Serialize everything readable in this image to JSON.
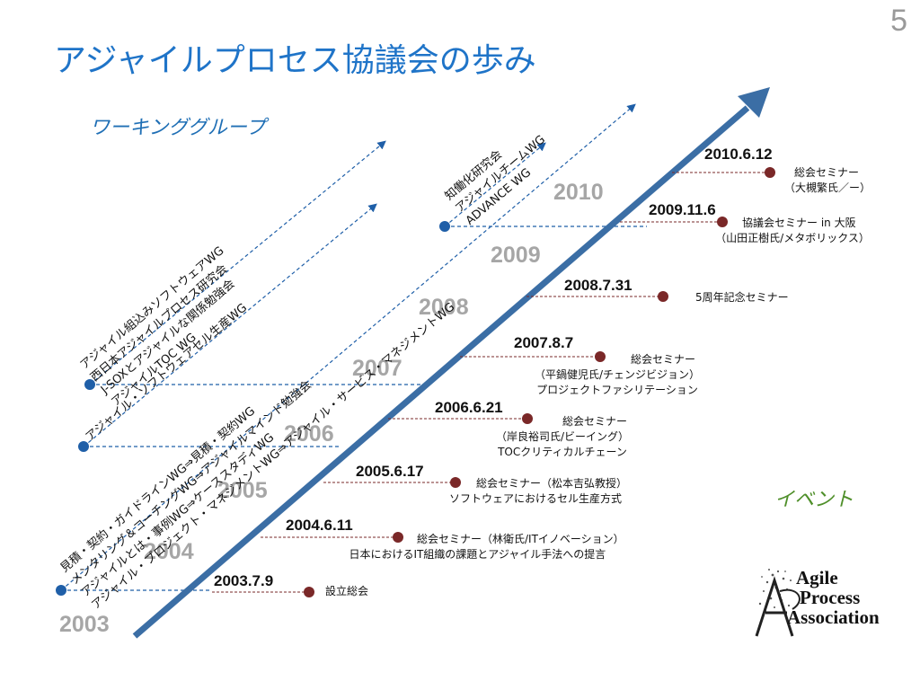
{
  "page_number": "5",
  "title": "アジャイルプロセス協議会の歩み",
  "working_group_label": "ワーキンググループ",
  "event_label": "イベント",
  "years": [
    "2003",
    "2004",
    "2005",
    "2006",
    "2007",
    "2008",
    "2009",
    "2010"
  ],
  "events": [
    {
      "date": "2003.7.9",
      "lines": [
        "設立総会"
      ]
    },
    {
      "date": "2004.6.11",
      "lines": [
        "総会セミナー（林衛氏/ITイノベーション）",
        "日本におけるIT組織の課題とアジャイル手法への提言"
      ]
    },
    {
      "date": "2005.6.17",
      "lines": [
        "総会セミナー（松本吉弘教授）",
        "ソフトウェアにおけるセル生産方式"
      ]
    },
    {
      "date": "2006.6.21",
      "lines": [
        "総会セミナー",
        "（岸良裕司氏/ビーイング）",
        "TOCクリティカルチェーン"
      ]
    },
    {
      "date": "2007.8.7",
      "lines": [
        "総会セミナー",
        "（平鍋健児氏/チェンジビジョン）",
        "プロジェクトファシリテーション"
      ]
    },
    {
      "date": "2008.7.31",
      "lines": [
        "5周年記念セミナー"
      ]
    },
    {
      "date": "2009.11.6",
      "lines": [
        "協議会セミナー in 大阪",
        "（山田正樹氏/メタボリックス）"
      ]
    },
    {
      "date": "2010.6.12",
      "lines": [
        "総会セミナー",
        "（大槻繁氏／ー）"
      ]
    }
  ],
  "working_groups": [
    {
      "lines": [
        "見積・契約・ガイドラインWG⇒見積・契約WG",
        "メンタリング＆コーチングWG⇒アジャイルマインド勉強会",
        "アジャイルとは・事例WG⇒ケーススタディWG",
        "アジャイル・プロジェクト・マネジメントWG⇒アジャイル・サービス・マネジメントWG"
      ]
    },
    {
      "lines": [
        "アジャイル・ソフトウェアセル生産WG"
      ]
    },
    {
      "lines": [
        "アジャイル組込みソフトウェアWG",
        "西日本アジャイルプロセス研究会",
        "J-SOXとアジャイルな関係勉強会",
        "アジャイルTOC WG"
      ]
    },
    {
      "lines": [
        "知働化研究会",
        "アジャイルチームWG",
        "ADVANCE WG"
      ]
    }
  ],
  "logo": {
    "lines": [
      "Agile",
      "Process",
      "Association"
    ]
  },
  "colors": {
    "title": "#1f74c8",
    "arrow": "#3b6ea5",
    "wg_dot": "#1f5fa8",
    "event_dot": "#7a2828",
    "year": "#a6a6a6"
  }
}
